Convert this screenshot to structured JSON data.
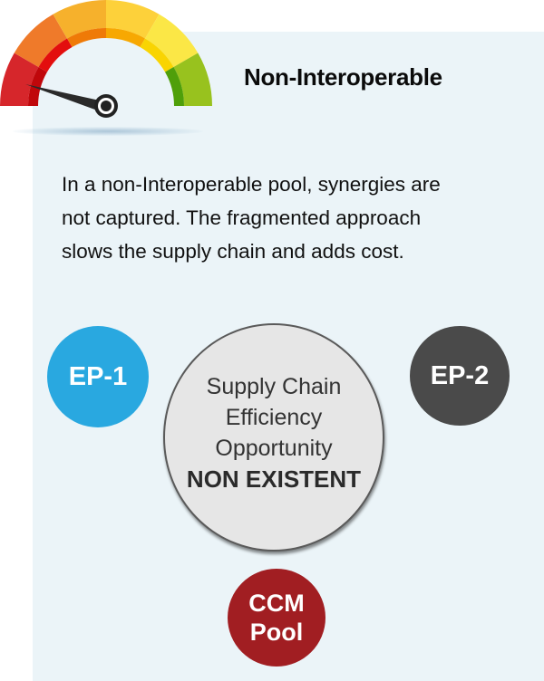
{
  "gauge": {
    "icon": "speedometer-gauge-icon",
    "segments": [
      "#d6262b",
      "#ef7a2a",
      "#f6b12c",
      "#fdd13a",
      "#fbe746",
      "#98c21e"
    ],
    "inner_segments": [
      "#c0070b",
      "#e30e0e",
      "#ef7a07",
      "#f7a802",
      "#f9d402",
      "#4f9f0a"
    ],
    "needle_color": "#222222",
    "reading": "low"
  },
  "header": {
    "title": "Non-Interoperable"
  },
  "description": {
    "lines": [
      "In a non-Interoperable pool, synergies are",
      "not captured. The fragmented approach",
      "slows the supply chain and adds cost."
    ]
  },
  "diagram": {
    "ep1": {
      "label": "EP-1",
      "color": "#29a8e0"
    },
    "ep2": {
      "label": "EP-2",
      "color": "#4a4a4a"
    },
    "ccm": {
      "line1": "CCM",
      "line2": "Pool",
      "color": "#a11e22"
    },
    "center": {
      "line1": "Supply Chain",
      "line2": "Efficiency",
      "line3": "Opportunity",
      "emphasis": "NON EXISTENT"
    }
  },
  "colors": {
    "panel_background": "#ebf4f8",
    "page_background": "#ffffff"
  }
}
